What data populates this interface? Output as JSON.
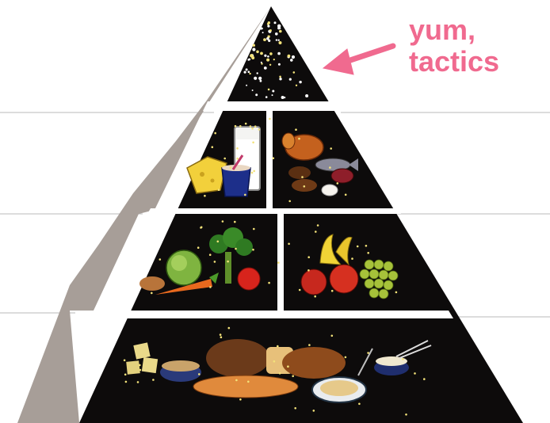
{
  "annotation": {
    "lines": [
      "yum,",
      "tactics"
    ],
    "color": "#f06a8f",
    "arrow_color": "#f06a8f",
    "arrow_icon": "arrow-left-icon"
  },
  "pyramid": {
    "background_color": "#0d0b0b",
    "side_color": "#a79e98",
    "divider_color": "#ffffff",
    "tiers": [
      {
        "id": "tip",
        "icon": "sugar-sprinkles-icon"
      },
      {
        "id": "dairy",
        "icon": "milk-cheese-yogurt-icon"
      },
      {
        "id": "protein",
        "icon": "meat-fish-eggs-nuts-icon"
      },
      {
        "id": "vegetables",
        "icon": "lettuce-broccoli-carrot-tomato-icon"
      },
      {
        "id": "fruits",
        "icon": "banana-apple-grapes-icon"
      },
      {
        "id": "grains",
        "icon": "bread-cereal-rice-pasta-icon"
      }
    ]
  }
}
